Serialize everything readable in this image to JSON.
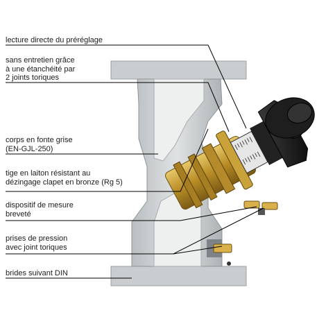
{
  "labels": {
    "lecture_directe": "lecture directe du préréglage",
    "sans_entretien": "sans entretien grâce\nà une étanchéité par\n2 joints toriques",
    "corps": "corps en fonte grise\n(EN-GJL-250)",
    "tige": "tige en laiton résistant au\ndézingage clapet en bronze (Rg 5)",
    "dispositif": "dispositif de mesure\nbreveté",
    "prises": "prises de pression\navec joint toriques",
    "brides": "brides suivant DIN"
  },
  "colors": {
    "cast_iron": "#c7cbcd",
    "cast_iron_shadow": "#9ea4a7",
    "brass": "#c9a23a",
    "brass_dark": "#8a6a1c",
    "handwheel": "#1c1c1c",
    "leader_line": "#000000"
  }
}
